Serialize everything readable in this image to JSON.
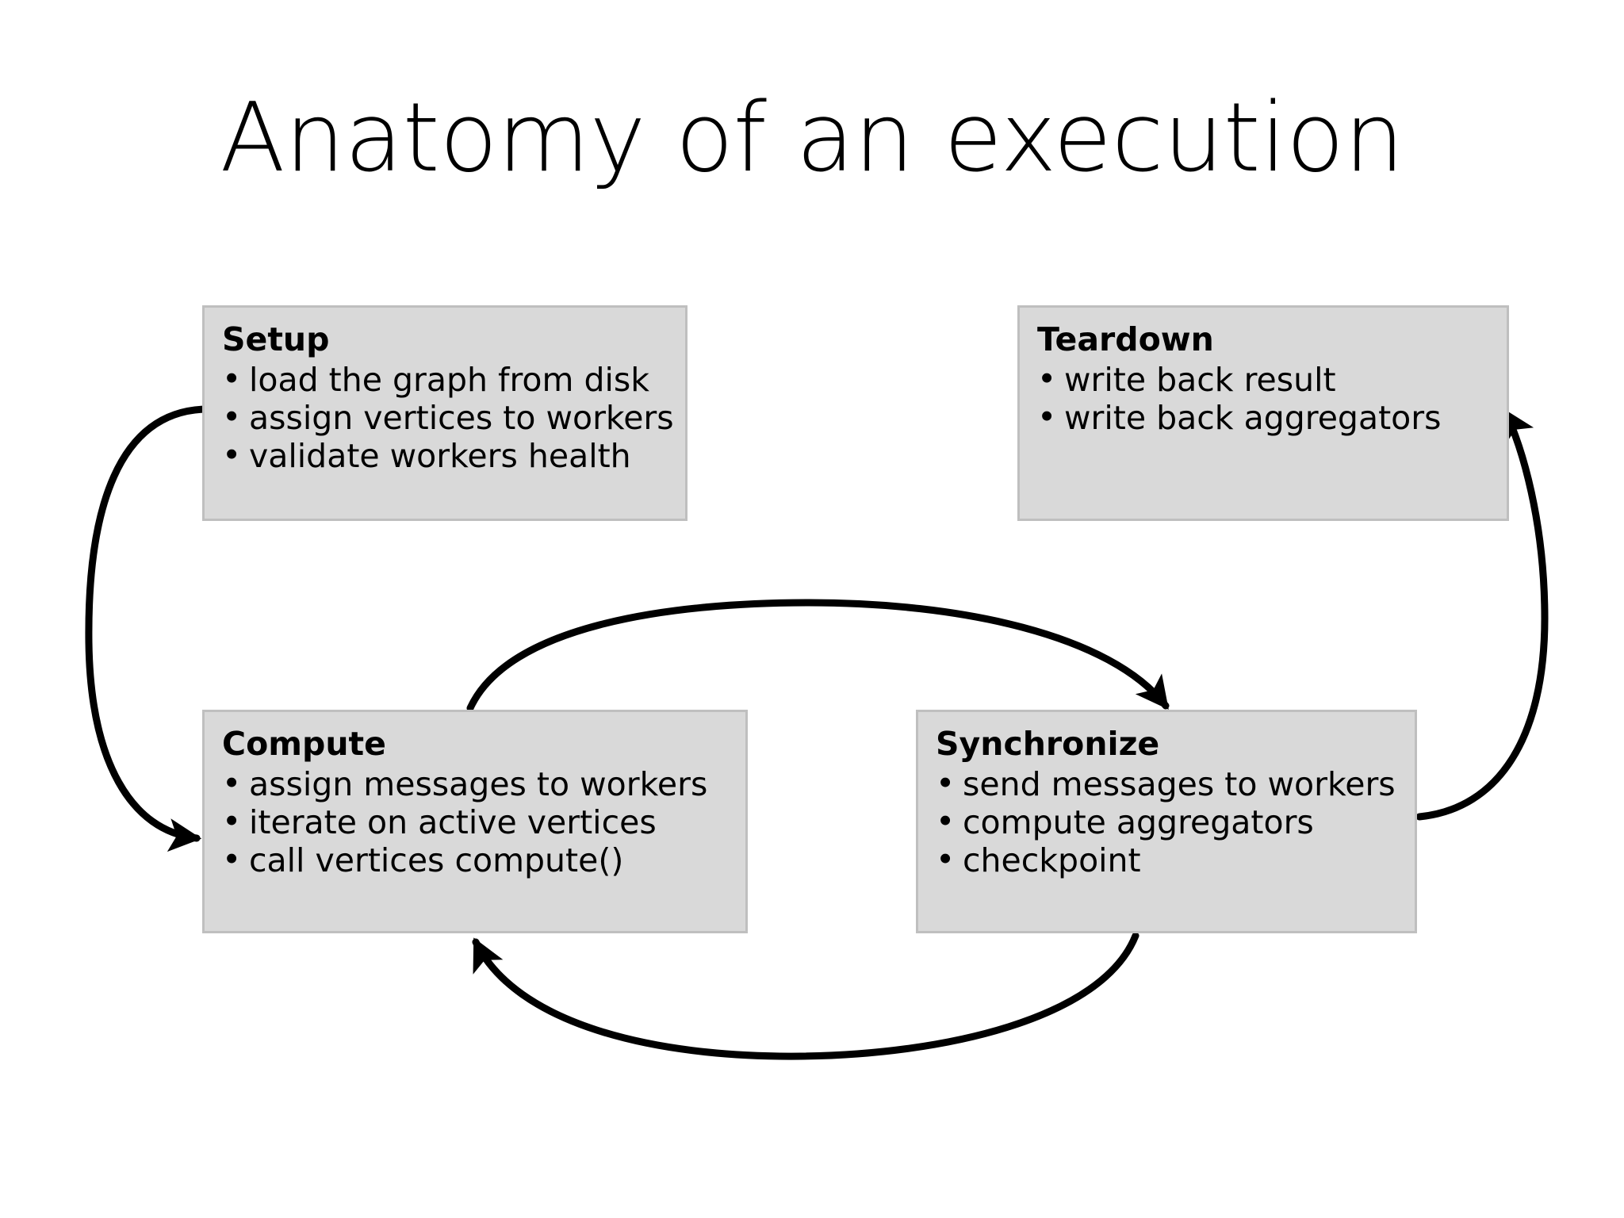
{
  "slide": {
    "title": "Anatomy of an execution",
    "background_color": "#ffffff",
    "box_fill_color": "#d9d9d9",
    "box_border_color": "#bfbfbf",
    "arrow_color": "#000000",
    "bullet_glyph": "•"
  },
  "phases": [
    {
      "key": "setup",
      "title": "Setup",
      "items": [
        "load the graph from disk",
        "assign vertices to workers",
        "validate workers health"
      ]
    },
    {
      "key": "teardown",
      "title": "Teardown",
      "items": [
        "write back result",
        "write back aggregators"
      ]
    },
    {
      "key": "compute",
      "title": "Compute",
      "items": [
        "assign messages to workers",
        "iterate on active vertices",
        "call vertices compute()"
      ]
    },
    {
      "key": "synchronize",
      "title": "Synchronize",
      "items": [
        "send messages to workers",
        "compute aggregators",
        "checkpoint"
      ]
    }
  ],
  "flow": {
    "edges": [
      {
        "id": "setup-to-compute",
        "from": "Setup",
        "to": "Compute",
        "shape": "left-outer-curve"
      },
      {
        "id": "compute-to-synchronize",
        "from": "Compute",
        "to": "Synchronize",
        "shape": "top-arc"
      },
      {
        "id": "synchronize-to-compute",
        "from": "Synchronize",
        "to": "Compute",
        "shape": "bottom-arc"
      },
      {
        "id": "synchronize-to-teardown",
        "from": "Synchronize",
        "to": "Teardown",
        "shape": "right-outer-curve"
      }
    ]
  }
}
